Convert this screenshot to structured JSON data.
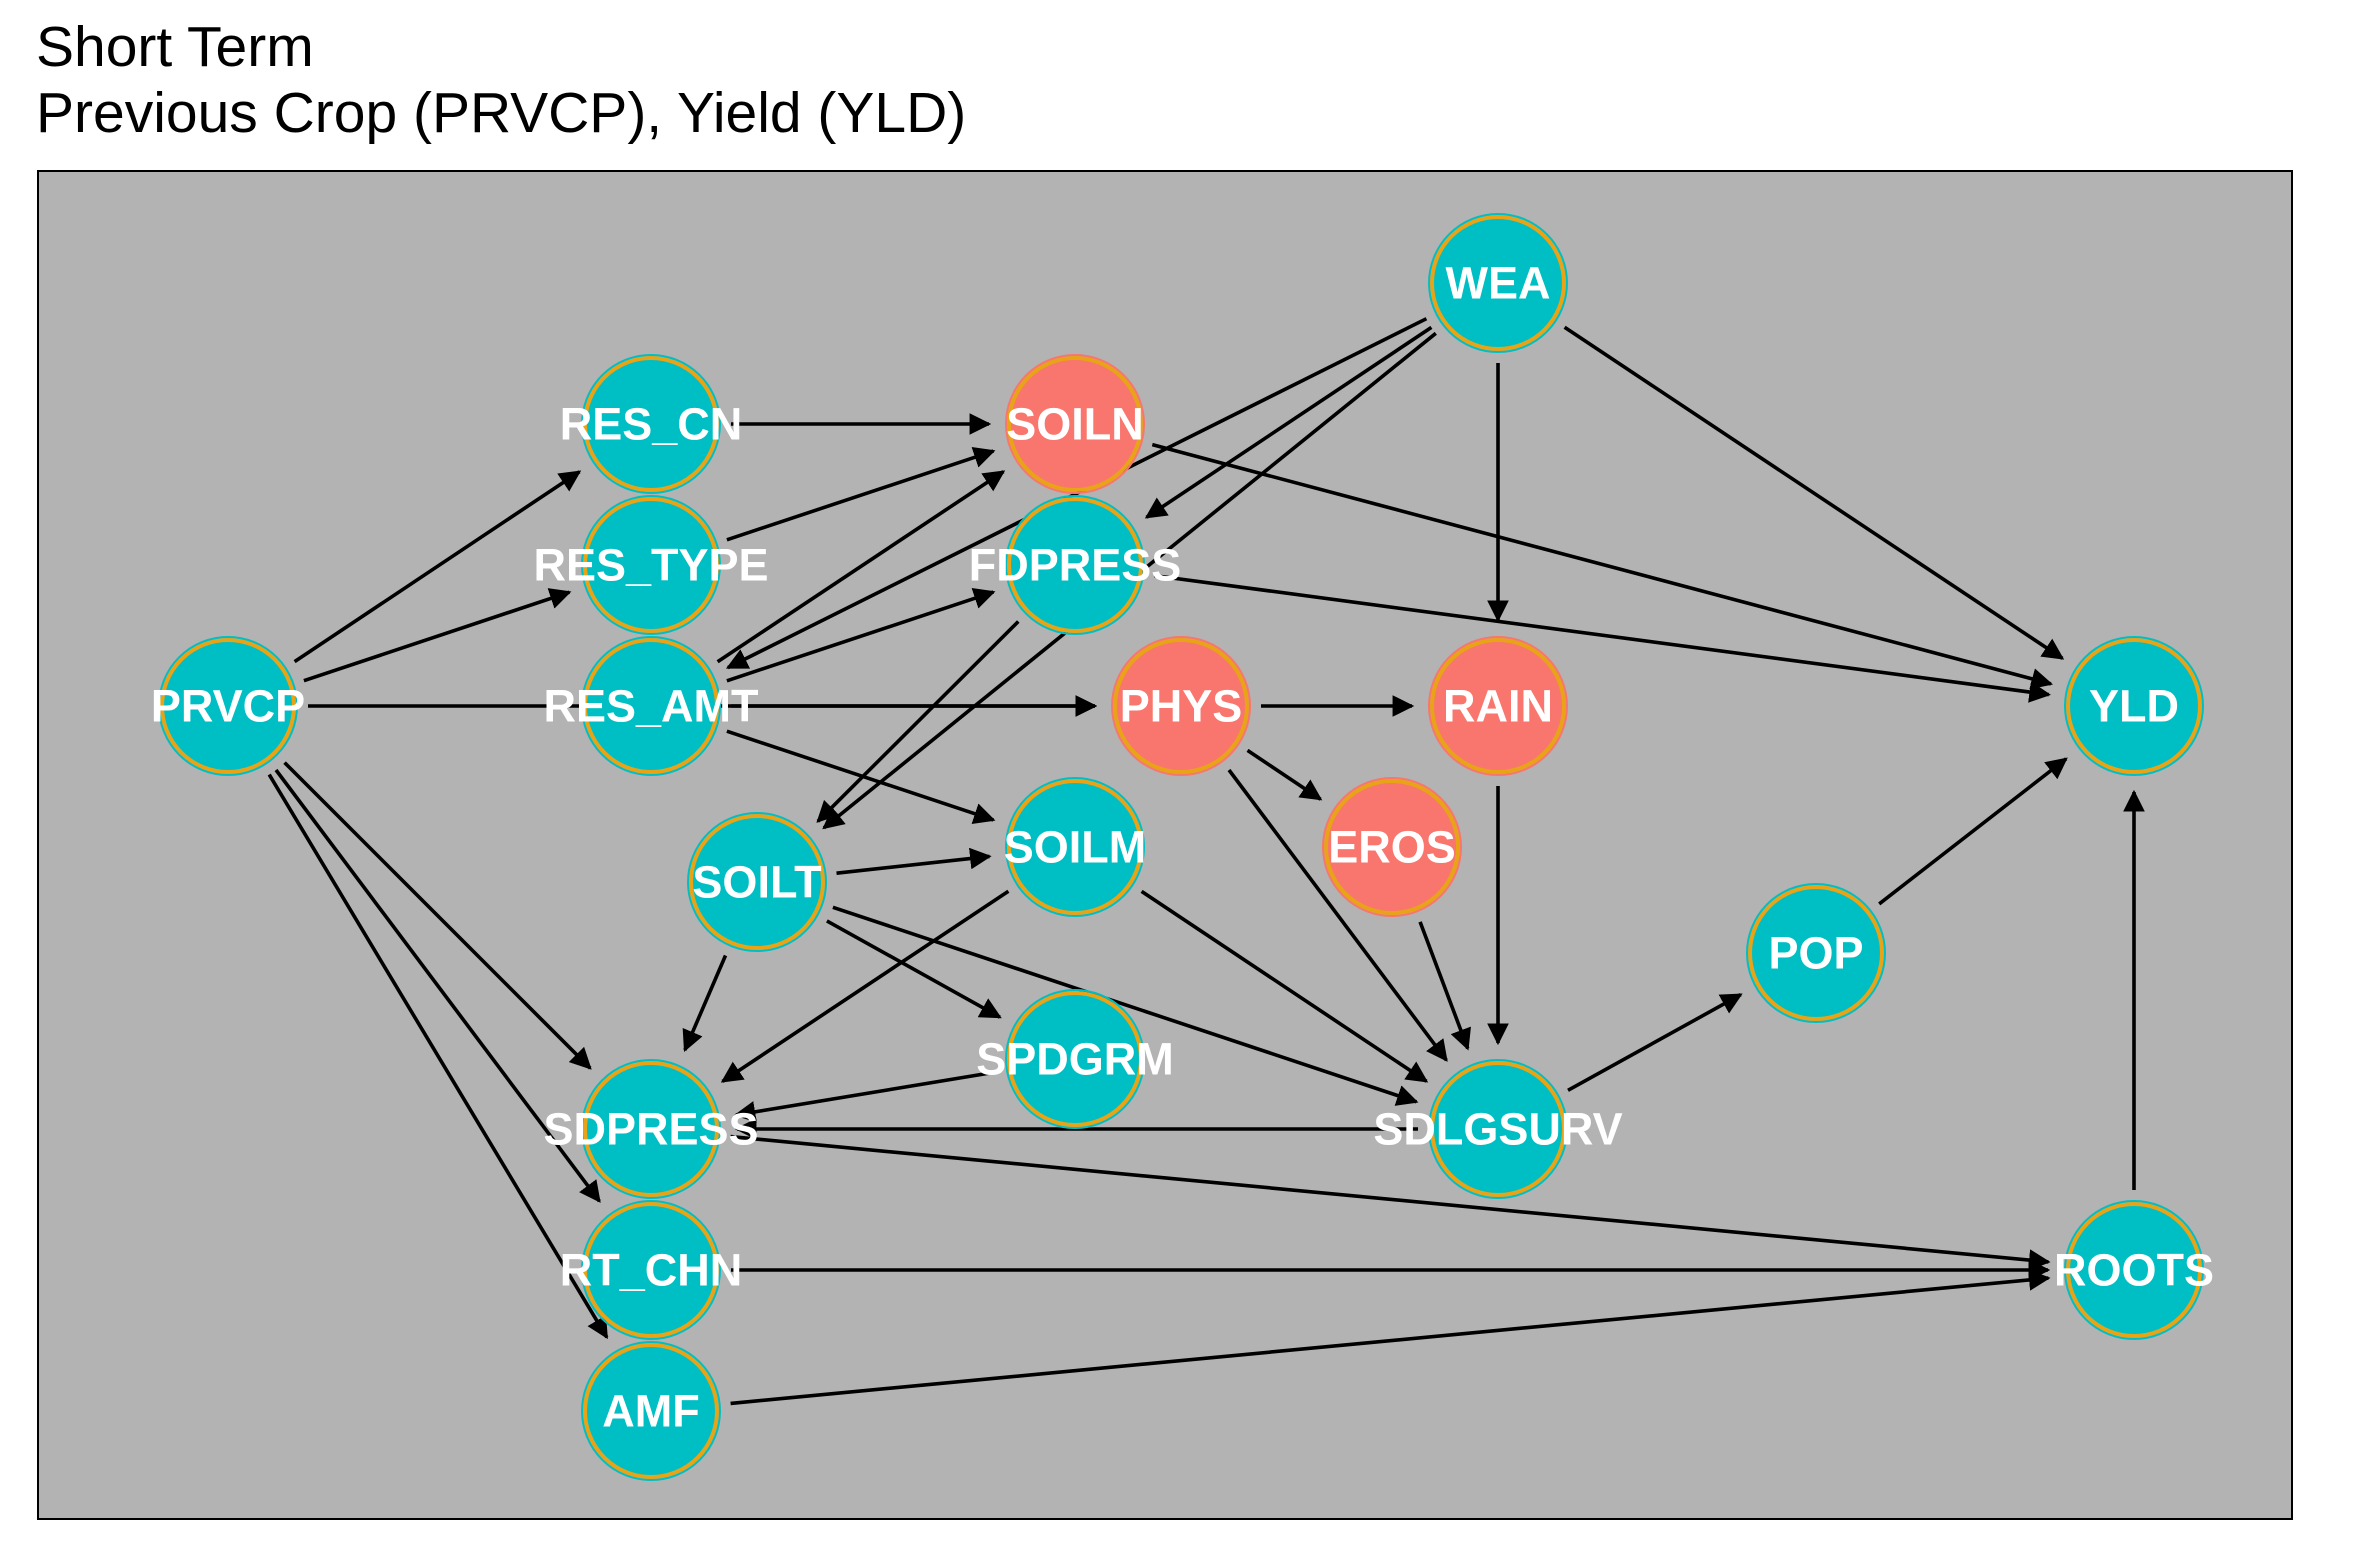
{
  "title": "Short Term",
  "subtitle": "Previous Crop (PRVCP), Yield (YLD)",
  "colors": {
    "panel": "#b3b3b3",
    "teal_node": "#00bfc4",
    "salmon_node": "#f8766d",
    "node_ring": "#e8a317",
    "edge": "#000000"
  },
  "nodes": [
    {
      "id": "PRVCP",
      "label": "PRVCP",
      "group": "teal"
    },
    {
      "id": "RES_CN",
      "label": "RES_CN",
      "group": "teal"
    },
    {
      "id": "RES_TYPE",
      "label": "RES_TYPE",
      "group": "teal"
    },
    {
      "id": "RES_AMT",
      "label": "RES_AMT",
      "group": "teal"
    },
    {
      "id": "SOILN",
      "label": "SOILN",
      "group": "salmon"
    },
    {
      "id": "FDPRESS",
      "label": "FDPRESS",
      "group": "teal"
    },
    {
      "id": "WEA",
      "label": "WEA",
      "group": "teal"
    },
    {
      "id": "PHYS",
      "label": "PHYS",
      "group": "salmon"
    },
    {
      "id": "RAIN",
      "label": "RAIN",
      "group": "salmon"
    },
    {
      "id": "EROS",
      "label": "EROS",
      "group": "salmon"
    },
    {
      "id": "SOILT",
      "label": "SOILT",
      "group": "teal"
    },
    {
      "id": "SOILM",
      "label": "SOILM",
      "group": "teal"
    },
    {
      "id": "SPDGRM",
      "label": "SPDGRM",
      "group": "teal"
    },
    {
      "id": "SDPRESS",
      "label": "SDPRESS",
      "group": "teal"
    },
    {
      "id": "SDLGSURV",
      "label": "SDLGSURV",
      "group": "teal"
    },
    {
      "id": "POP",
      "label": "POP",
      "group": "teal"
    },
    {
      "id": "YLD",
      "label": "YLD",
      "group": "teal"
    },
    {
      "id": "RT_CHN",
      "label": "RT_CHN",
      "group": "teal"
    },
    {
      "id": "AMF",
      "label": "AMF",
      "group": "teal"
    },
    {
      "id": "ROOTS",
      "label": "ROOTS",
      "group": "teal"
    }
  ],
  "edges": [
    [
      "PRVCP",
      "RES_CN"
    ],
    [
      "PRVCP",
      "RES_TYPE"
    ],
    [
      "PRVCP",
      "PHYS"
    ],
    [
      "PRVCP",
      "SDPRESS"
    ],
    [
      "PRVCP",
      "RT_CHN"
    ],
    [
      "PRVCP",
      "AMF"
    ],
    [
      "RES_CN",
      "SOILN"
    ],
    [
      "RES_TYPE",
      "SOILN"
    ],
    [
      "RES_AMT",
      "SOILN"
    ],
    [
      "RES_AMT",
      "FDPRESS"
    ],
    [
      "RES_AMT",
      "SOILM"
    ],
    [
      "RES_AMT",
      "PHYS"
    ],
    [
      "SOILN",
      "YLD"
    ],
    [
      "FDPRESS",
      "YLD"
    ],
    [
      "FDPRESS",
      "SOILT"
    ],
    [
      "WEA",
      "FDPRESS"
    ],
    [
      "WEA",
      "RAIN"
    ],
    [
      "WEA",
      "YLD"
    ],
    [
      "WEA",
      "SOILT"
    ],
    [
      "WEA",
      "RES_AMT"
    ],
    [
      "PHYS",
      "RAIN"
    ],
    [
      "PHYS",
      "EROS"
    ],
    [
      "PHYS",
      "SDLGSURV"
    ],
    [
      "RAIN",
      "SDLGSURV"
    ],
    [
      "EROS",
      "SDLGSURV"
    ],
    [
      "SOILT",
      "SOILM"
    ],
    [
      "SOILT",
      "SPDGRM"
    ],
    [
      "SOILT",
      "SDLGSURV"
    ],
    [
      "SOILT",
      "SDPRESS"
    ],
    [
      "SOILM",
      "SDLGSURV"
    ],
    [
      "SOILM",
      "SDPRESS"
    ],
    [
      "SPDGRM",
      "SDPRESS"
    ],
    [
      "SDLGSURV",
      "SDPRESS"
    ],
    [
      "SDLGSURV",
      "POP"
    ],
    [
      "POP",
      "YLD"
    ],
    [
      "SDPRESS",
      "ROOTS"
    ],
    [
      "RT_CHN",
      "ROOTS"
    ],
    [
      "AMF",
      "ROOTS"
    ],
    [
      "ROOTS",
      "YLD"
    ]
  ]
}
